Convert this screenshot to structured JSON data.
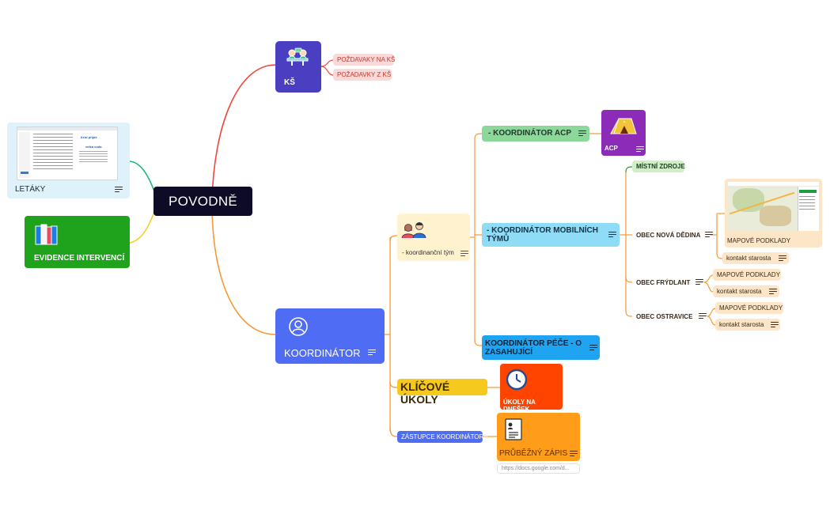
{
  "root": {
    "label": "POVODNĚ"
  },
  "ks": {
    "label": "KŠ",
    "items": [
      "POŽDAVAKY NA KŠ",
      "POŽADAVKY Z KŠ"
    ]
  },
  "letaky": {
    "label": "LETÁKY",
    "doc_heading": "Krizí příjde",
    "doc_sub": "velká voda"
  },
  "evidence": {
    "label": "EVIDENCE INTERVENCÍ"
  },
  "koordinator": {
    "label": "KOORDINÁTOR"
  },
  "tym": {
    "label": "- koordinanční tým"
  },
  "acp": {
    "label": "- KOORDINÁTOR ACP",
    "card": "ACP"
  },
  "mobil": {
    "label": "- KOORDINÁTOR MOBILNÍCH TÝMŮ"
  },
  "mistni": {
    "label": "MÍSTNÍ ZDROJE"
  },
  "obce": [
    {
      "label": "OBEC NOVÁ DĚDINA",
      "map": "MAPOVÉ PODKLADY",
      "contact": "kontakt starosta"
    },
    {
      "label": "OBEC FRÝDLANT",
      "map": "MAPOVÉ PODKLADY",
      "contact": "kontakt starosta"
    },
    {
      "label": "OBEC OSTRAVICE",
      "map": "MAPOVÉ PODKLADY",
      "contact": "kontakt starosta"
    }
  ],
  "pece": {
    "label": "KOORDINÁTOR PÉČE - O ZASAHUJÍCÍ"
  },
  "klicove": {
    "label": "KLÍČOVÉ ÚKOLY",
    "card": "ÚKOLY NA DNEŠEK"
  },
  "zastupce": {
    "label": "ZÁSTUPCE KOORDINÁTORA",
    "card": "PRŮBĚŽNÝ ZÁPIS",
    "link": "https://docs.google.com/d..."
  },
  "colors": {
    "root": "#0d0b26",
    "ks": "#4a3fc0",
    "koordinator": "#4f6cf4",
    "acp": "#8bd89a",
    "mobil": "#8fdcf6",
    "pece": "#1ea4f0",
    "klicove": "#f6c91e",
    "ukoly": "#ff4400",
    "zapis": "#ff9c1a",
    "evidence": "#1fa31d"
  }
}
